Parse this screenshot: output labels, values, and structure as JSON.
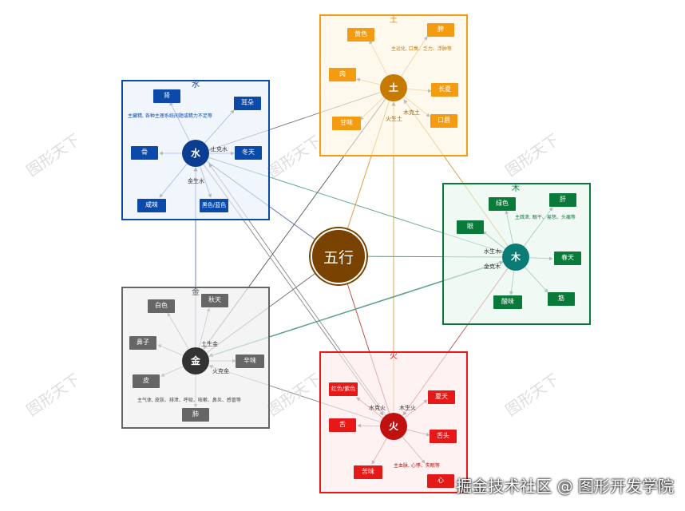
{
  "center": {
    "label": "五行"
  },
  "watermark": {
    "text": "图形天下"
  },
  "footer": {
    "text": "掘金技术社区 @ 图形开发学院"
  },
  "elements": {
    "water": {
      "title": "水",
      "hub": "水",
      "color": "#0b4aa8",
      "fill": "#e8eefa",
      "hub_color": "#0b3d91",
      "items": [
        "肾",
        "耳朵",
        "骨",
        "冬天",
        "咸味",
        "黑色/蓝色"
      ],
      "note": "主藏精, 各种主理系统间题或精力不足等",
      "relations": [
        "土克水",
        "金生水"
      ]
    },
    "earth": {
      "title": "土",
      "hub": "土",
      "color": "#f39c12",
      "fill": "#fff3e0",
      "hub_color": "#c77a00",
      "items": [
        "黄色",
        "脾",
        "肉",
        "长夏",
        "甘味",
        "口唇"
      ],
      "note": "主运化, 口臭、乏力、浮肿等",
      "relations": [
        "火生土",
        "木克土"
      ]
    },
    "wood": {
      "title": "木",
      "hub": "木",
      "color": "#0a7a3a",
      "fill": "#e8f5ec",
      "hub_color": "#0b7b76",
      "items": [
        "绿色",
        "肝",
        "眼",
        "春天",
        "酸味",
        "筋"
      ],
      "note": "主疏泄, 眼干、易怒、头痛等",
      "relations": [
        "水生木",
        "金克木"
      ]
    },
    "metal": {
      "title": "金",
      "hub": "金",
      "color": "#666666",
      "fill": "#f0f0f0",
      "hub_color": "#333333",
      "items": [
        "白色",
        "秋天",
        "鼻子",
        "辛味",
        "皮",
        "肺"
      ],
      "note": "主气体, 皮肤、排泄、呼吸、咳嗽、鼻炎、感冒等",
      "relations": [
        "土生金",
        "火克金"
      ]
    },
    "fire": {
      "title": "火",
      "hub": "火",
      "color": "#e61919",
      "fill": "#fde9e9",
      "hub_color": "#c01010",
      "items": [
        "红色/紫色",
        "夏天",
        "舌",
        "舌头",
        "苦味",
        "心"
      ],
      "note": "主血脉, 心悸、失眠等",
      "relations": [
        "水克火",
        "木生火"
      ]
    }
  }
}
